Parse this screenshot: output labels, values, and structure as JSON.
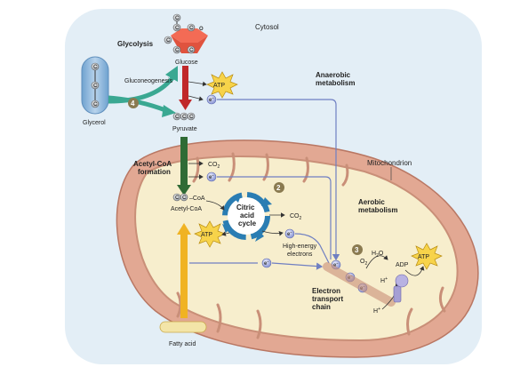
{
  "labels": {
    "cytosol": "Cytosol",
    "glycolysis": "Glycolysis",
    "glucose": "Glucose",
    "gluconeogenesis": "Gluconeogenesis",
    "glycerol": "Glycerol",
    "pyruvate": "Pyruvate",
    "anaerobic_1": "Anaerobic",
    "anaerobic_2": "metabolism",
    "mitochondrion": "Mitochondrion",
    "acetyl_coa_formation_1": "Acetyl-CoA",
    "acetyl_coa_formation_2": "formation",
    "co2": "CO",
    "co2_sub": "2",
    "c_c_coa": "C–C–CoA",
    "acetyl_coa": "Acetyl-CoA",
    "citric_1": "Citric",
    "citric_2": "acid",
    "citric_3": "cycle",
    "aerobic_1": "Aerobic",
    "aerobic_2": "metabolism",
    "high_energy_1": "High-energy",
    "high_energy_2": "electrons",
    "o2": "O",
    "o2_sub": "2",
    "h2o_h": "H",
    "h2o_sub": "2",
    "h2o_o": "O",
    "h_plus": "H",
    "plus": "+",
    "adp": "ADP",
    "atp": "ATP",
    "etc_1": "Electron",
    "etc_2": "transport",
    "etc_3": "chain",
    "fatty_acid": "Fatty acid",
    "carbon": "C",
    "oxygen": "O",
    "electron": "e",
    "minus": "−"
  },
  "step_numbers": [
    "2",
    "3",
    "4"
  ],
  "colors": {
    "background": "#e3eef6",
    "mito_outer": "#e2a893",
    "mito_matrix": "#f7eecd",
    "glycolysis_arrow": "#c0282a",
    "gluconeogenesis_arrow": "#3aa892",
    "acetyl_arrow": "#2f6b35",
    "fatty_acid_arrow": "#f0b323",
    "electron_path": "#6f7fc2",
    "citric_cycle": "#2a7db3",
    "glucose_fill": "#f36b55",
    "atp_burst": "#f7d34a"
  }
}
